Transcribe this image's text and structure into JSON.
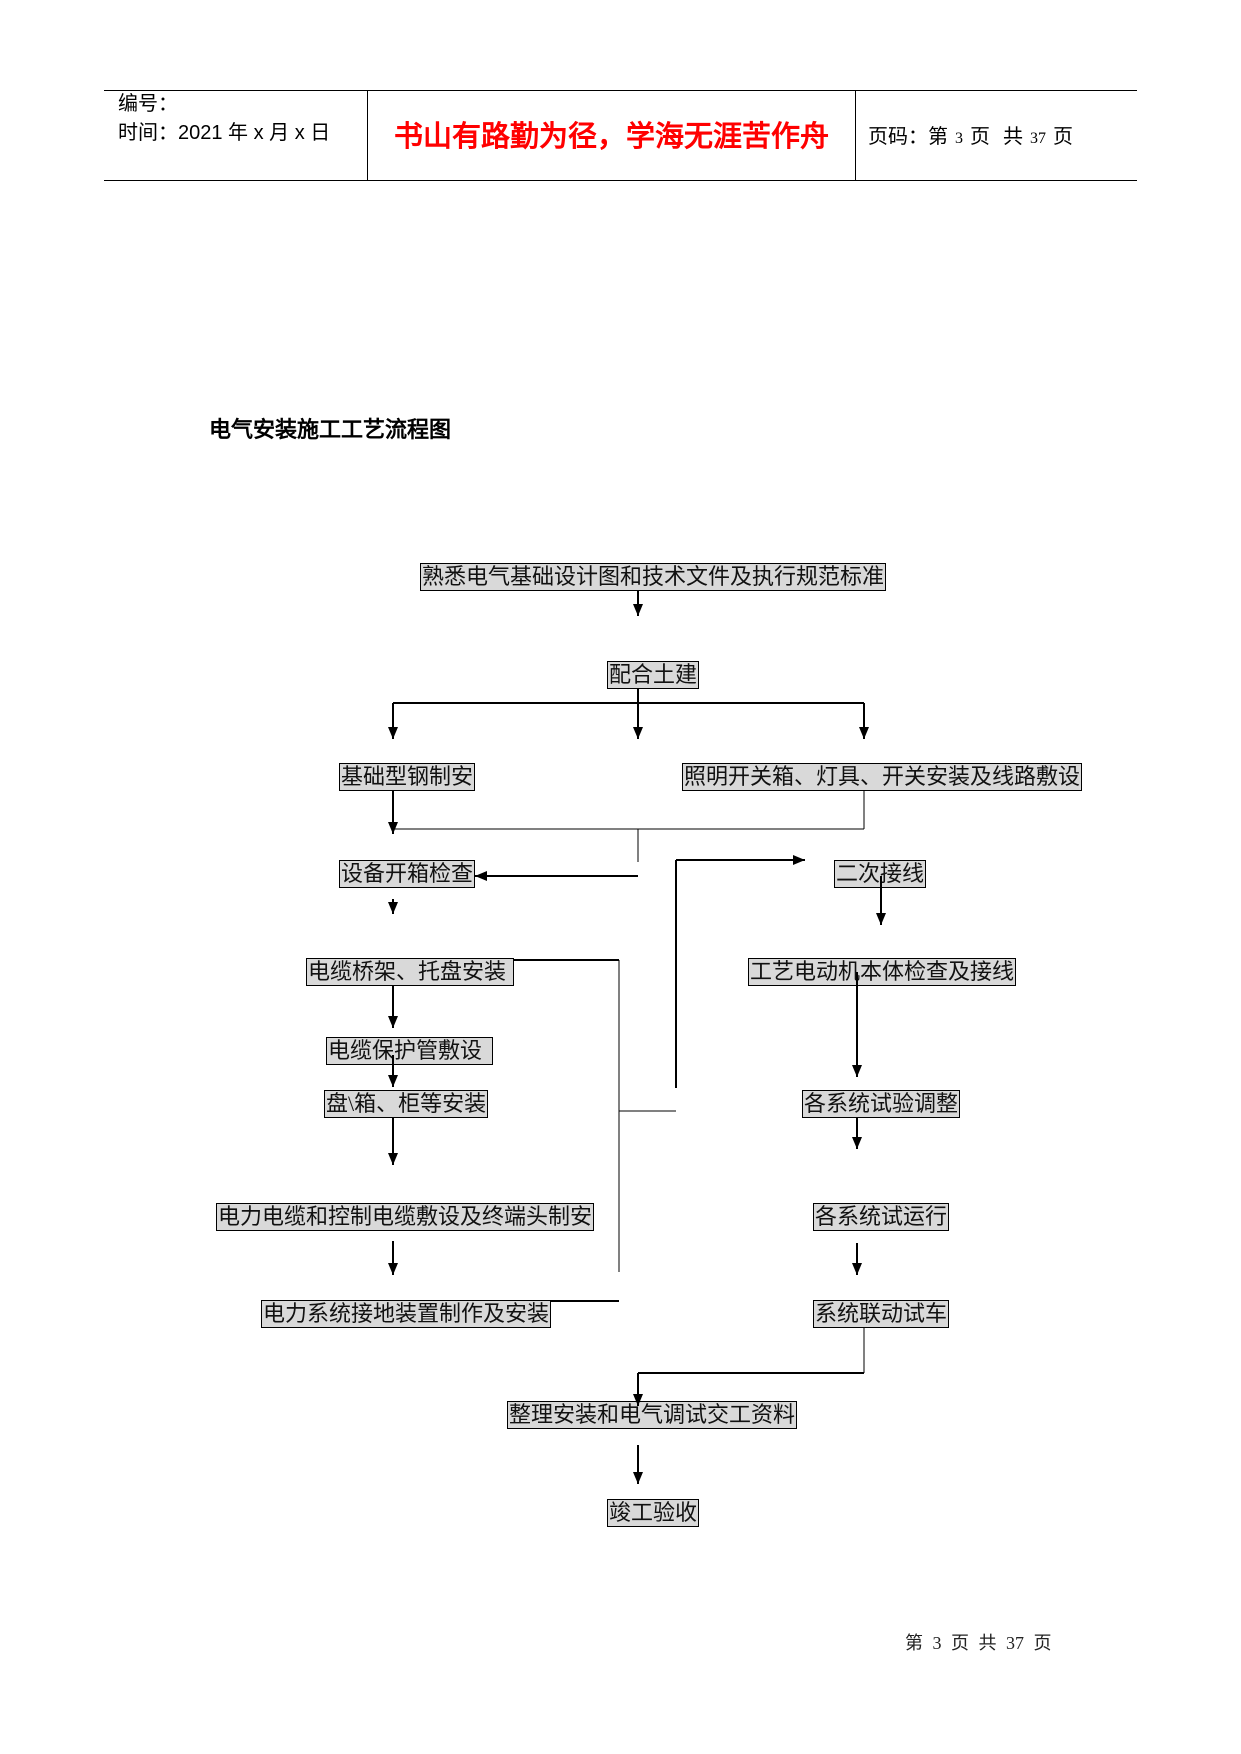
{
  "header": {
    "serial_label": "编号：",
    "date_label": "时间：2021 年 x 月 x 日",
    "motto": "书山有路勤为径，学海无涯苦作舟",
    "page_code": {
      "label": "页码：第",
      "current": "3",
      "unit": "页",
      "total_label": "共",
      "total": "37",
      "total_unit": "页"
    }
  },
  "title": "电气安装施工工艺流程图",
  "flowchart": {
    "steps": [
      "熟悉电气基础设计图和技术文件及执行规范标准",
      "配合土建",
      "基础型钢制安",
      "照明开关箱、灯具、开关安装及线路敷设",
      "设备开箱检查",
      "二次接线",
      "电缆桥架、托盘安装",
      "工艺电动机本体检查及接线",
      "电缆保护管敷设",
      "盘\\箱、柜等安装",
      "各系统试验调整",
      "电力电缆和控制电缆敷设及终端头制安",
      "各系统试运行",
      "电力系统接地装置制作及安装",
      "系统联动试车",
      "整理安装和电气调试交工资料",
      "竣工验收"
    ]
  },
  "footer": "第 3 页 共 37 页",
  "colors": {
    "motto": "#ff0000",
    "box_fill": "#d9d9d9",
    "line": "#000000"
  }
}
